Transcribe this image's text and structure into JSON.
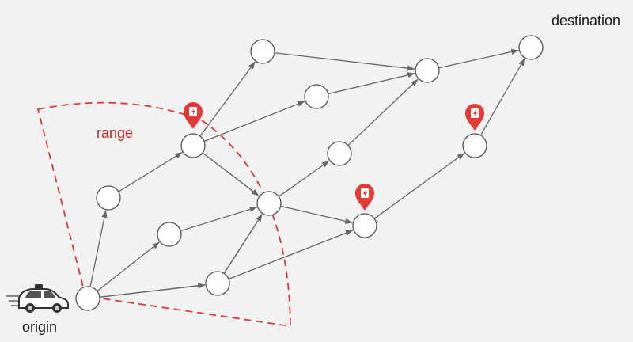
{
  "labels": {
    "destination": "destination",
    "origin": "origin",
    "range": "range"
  },
  "colors": {
    "background": "#f2f2f2",
    "node_stroke": "#555555",
    "node_fill": "#ffffff",
    "edge": "#666666",
    "range_arc": "#d93a3a",
    "range_text": "#c62828",
    "charger_pin": "#e53935"
  },
  "icons": {
    "vehicle": "self-driving-car-icon",
    "charger": "charging-station-pin-icon"
  },
  "graph": {
    "nodes": [
      "origin",
      "n1",
      "n2",
      "n3",
      "n4",
      "n5",
      "n6",
      "n7",
      "n8",
      "n9",
      "n10",
      "n11",
      "n12",
      "destination"
    ],
    "edges": [
      [
        "origin",
        "n1"
      ],
      [
        "origin",
        "n2"
      ],
      [
        "origin",
        "n3"
      ],
      [
        "origin",
        "n4"
      ],
      [
        "n1",
        "n5"
      ],
      [
        "n2",
        "n6"
      ],
      [
        "n3",
        "n6"
      ],
      [
        "n4",
        "n6"
      ],
      [
        "n5",
        "n7"
      ],
      [
        "n5",
        "n8"
      ],
      [
        "n5",
        "n6"
      ],
      [
        "n6",
        "n9"
      ],
      [
        "n6",
        "n10"
      ],
      [
        "n3",
        "n10"
      ],
      [
        "n7",
        "n11"
      ],
      [
        "n8",
        "n11"
      ],
      [
        "n9",
        "n11"
      ],
      [
        "n10",
        "n12"
      ],
      [
        "n11",
        "destination"
      ],
      [
        "n12",
        "destination"
      ]
    ],
    "charging_stations_near": [
      "n5",
      "n10",
      "n12"
    ]
  }
}
